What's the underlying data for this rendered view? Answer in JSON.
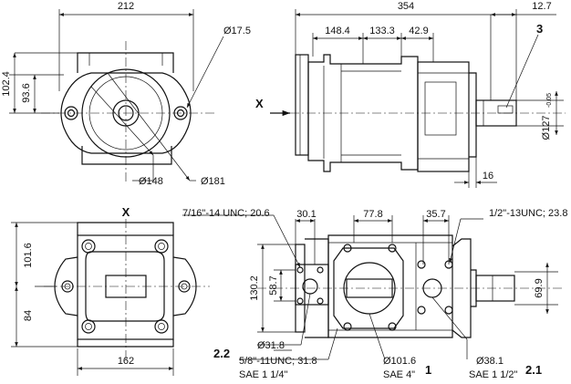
{
  "front_view": {
    "width": "212",
    "height_outer": "102.4",
    "height_inner": "93.6",
    "bolt_hole": "Ø17.5",
    "bolt_circle": "Ø148",
    "outer_circle": "Ø181"
  },
  "side_view": {
    "overall_length": "354",
    "shaft_extension": "12.7",
    "len_a": "148.4",
    "len_b": "133.3",
    "len_c": "42.9",
    "view_arrow": "X",
    "shaft_dia": "Ø127",
    "shaft_tol": "-0.05",
    "key_offset": "16",
    "callout": "3"
  },
  "bottom_view": {
    "label": "X",
    "height_a": "101.6",
    "height_b": "84",
    "width": "162"
  },
  "port_view": {
    "thread_small": "7/16\"-14 UNC; 20.6",
    "thread_large": "1/2\"-13UNC; 23.8",
    "dim_a": "30.1",
    "dim_b": "77.8",
    "dim_c": "35.7",
    "height_a": "130.2",
    "height_b": "58.7",
    "height_c": "69.9",
    "port_small_dia": "Ø31.8",
    "port_small_thread": "5/8\"-11UNC; 31.8",
    "port_small_sae": "SAE 1 1/4\"",
    "port_main_dia": "Ø101.6",
    "port_main_sae": "SAE 4\"",
    "port_right_dia": "Ø38.1",
    "port_right_sae": "SAE 1 1/2\"",
    "callout_22": "2.2",
    "callout_1": "1",
    "callout_21": "2.1"
  }
}
